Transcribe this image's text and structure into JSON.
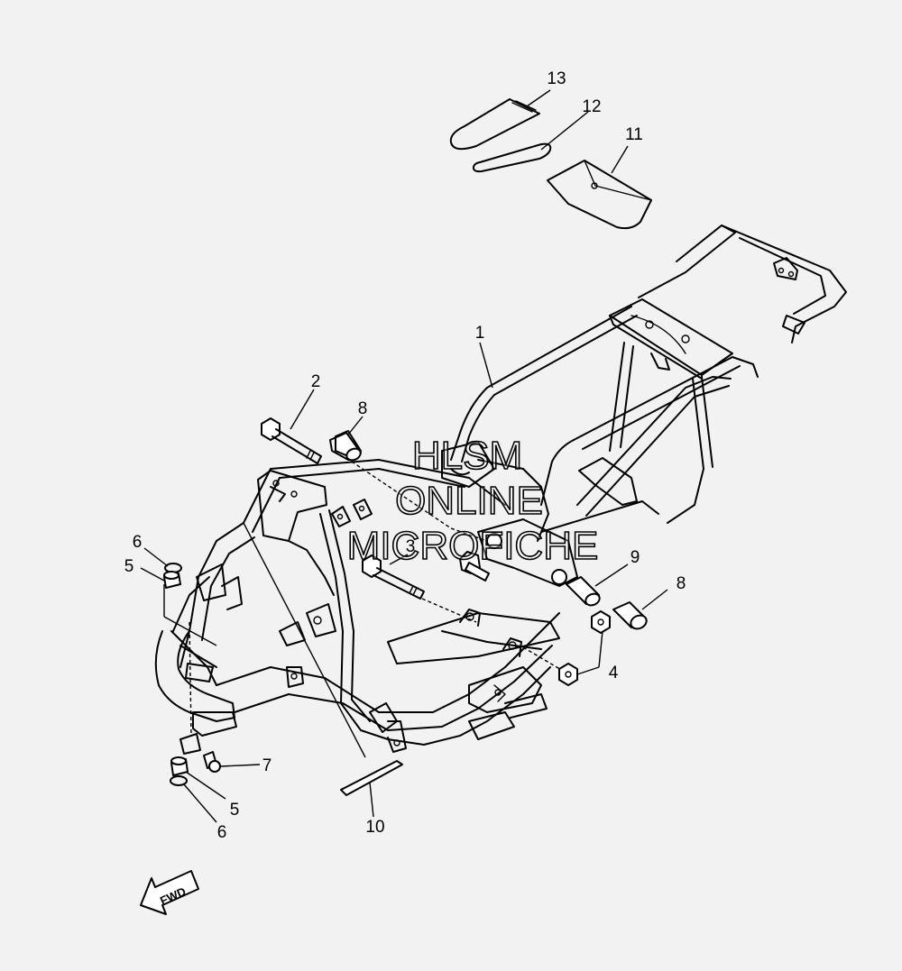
{
  "callouts": {
    "c1": "1",
    "c2": "2",
    "c3": "3",
    "c4": "4",
    "c5a": "5",
    "c5b": "5",
    "c6a": "6",
    "c6b": "6",
    "c7": "7",
    "c8a": "8",
    "c8b": "8",
    "c9": "9",
    "c10": "10",
    "c11": "11",
    "c12": "12",
    "c13": "13"
  },
  "direction_label": "FWD",
  "watermark": {
    "line1": "HLSM",
    "line2": "ONLINE",
    "line3": "MICROFICHE"
  }
}
